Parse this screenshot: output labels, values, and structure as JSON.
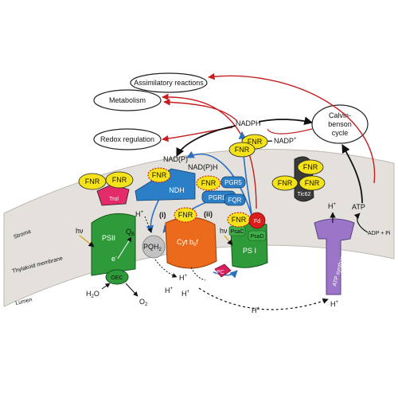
{
  "labels": {
    "assimilatory": "Assimilatory reactions",
    "metabolism": "Metabolism",
    "redox": "Redox regulation",
    "calvin_1": "Calvin-",
    "calvin_2": "benson",
    "calvin_3": "cycle",
    "nadph": "NADPH",
    "nadp_plus": "NADP",
    "nadp_plus_sup": "+",
    "nadp_p_plus": "NAD(P)",
    "nadp_p_plus_sup": "+",
    "nadp_p_h": "NAD(P)H",
    "fnr": "FNR",
    "trol": "Trol",
    "tic62": "Tic62",
    "ndh": "NDH",
    "pgr5": "PGR5",
    "pgrl1": "PGRL1",
    "fqr": "FQR",
    "roman_i": "(i)",
    "roman_ii": "(ii)",
    "psii": "PSII",
    "qb": "Q",
    "qb_sub": "B",
    "pqh2": "PQH",
    "pqh2_sub": "2",
    "cyt": "Cyt b",
    "cyt_sub": "6",
    "cyt_f": "f",
    "psac": "PsaC",
    "psad": "PsaD",
    "psi": "PS I",
    "fd": "Fd",
    "pc": "PC",
    "oec": "OEC",
    "electron": "e",
    "electron_sup": "-",
    "hv": "hν",
    "h": "H",
    "h_sup": "+",
    "h2o": "H",
    "h2o_sub": "2",
    "h2o_o": "O",
    "o2": "O",
    "o2_sub": "2",
    "atp": "ATP",
    "adp_pi": "ADP + Pi",
    "atp_synthase": "ATP synthase",
    "stroma": "Stroma",
    "thylakoid": "Thylakoid membrane",
    "lumen": "Lumen"
  },
  "colors": {
    "membrane": "#e4e1dc",
    "fnr_yellow": "#f4e21a",
    "trol_pink": "#e42b6a",
    "ndh_blue": "#2a7fc7",
    "psii_green": "#2f9a3a",
    "cyt_orange": "#ec6a1c",
    "fd_red": "#d81d1d",
    "atp_purple": "#9b76c8",
    "tic62_gray": "#3a3a3a",
    "arrow_red": "#c41e1e",
    "arrow_blue": "#2a6fc0"
  }
}
